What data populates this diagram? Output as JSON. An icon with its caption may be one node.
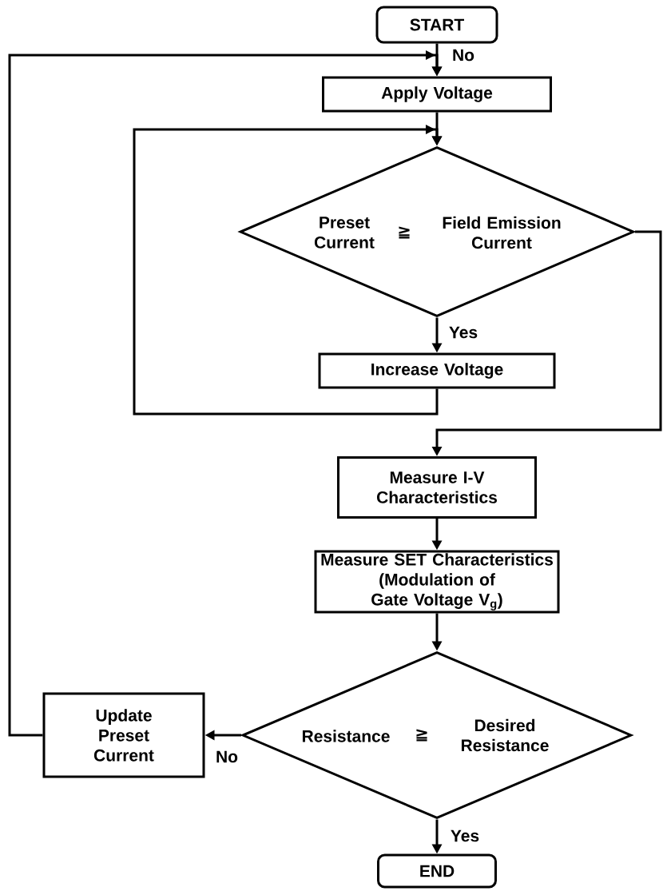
{
  "diagram": {
    "nodes": [
      {
        "text": [
          "START"
        ]
      },
      {
        "text": [
          "Apply Voltage"
        ]
      },
      {
        "text": [
          "Preset Current",
          "≧",
          "Field Emission Current"
        ]
      },
      {
        "text": [
          "Increase Voltage"
        ]
      },
      {
        "text": [
          "Measure I-V Characteristics"
        ]
      },
      {
        "text": [
          "Measure SET Characteristics (Modulation of Gate Voltage V$_{g}$)"
        ]
      },
      {
        "text": [
          "Resistance",
          "≧",
          "Desired Resistance"
        ]
      },
      {
        "text": [
          "Update Preset Current"
        ]
      },
      {
        "text": [
          "END"
        ]
      }
    ],
    "edges": [
      {
        "from": 0,
        "to": 1,
        "arrow": "to"
      },
      {
        "from": 7,
        "to": 1,
        "arrow": "to",
        "label": "No"
      },
      {
        "from": 1,
        "to": 2,
        "arrow": "to"
      },
      {
        "from": 3,
        "to": 2,
        "arrow": "to"
      },
      {
        "from": 2,
        "to": 3,
        "arrow": "to",
        "label": "Yes"
      },
      {
        "from": 2,
        "to": 4,
        "arrow": "to"
      },
      {
        "from": 4,
        "to": 5,
        "arrow": "to"
      },
      {
        "from": 5,
        "to": 6,
        "arrow": "to"
      },
      {
        "from": 6,
        "to": 7,
        "arrow": "to",
        "label": "No"
      },
      {
        "from": 6,
        "to": 8,
        "arrow": "to",
        "label": "Yes"
      }
    ]
  }
}
